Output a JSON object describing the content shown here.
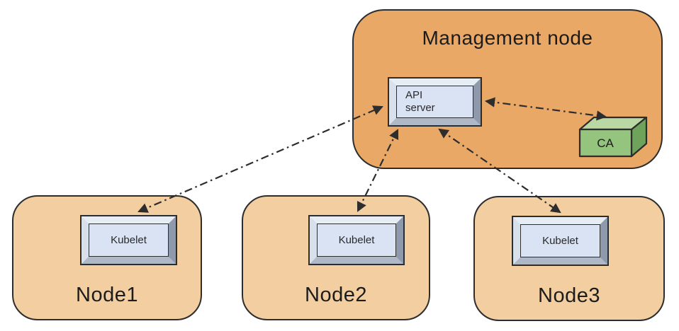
{
  "colors": {
    "background": "#ffffff",
    "management_node_fill": "#e9a866",
    "worker_node_fill": "#f2cea1",
    "outline": "#2d2d2d",
    "server_box_face": "#d9e3f3",
    "server_box_bevel_light": "#e7edf5",
    "server_box_bevel_dark": "#8e99ab",
    "ca_front": "#94c47e",
    "ca_top": "#b9d8a4",
    "ca_side": "#6fa25a",
    "arrow": "#2d2d2d"
  },
  "management_node": {
    "label": "Management node",
    "api_server": {
      "label_line1": "API",
      "label_line2": "server"
    },
    "ca": {
      "label": "CA"
    }
  },
  "worker_nodes": [
    {
      "label": "Node1",
      "component": "Kubelet"
    },
    {
      "label": "Node2",
      "component": "Kubelet"
    },
    {
      "label": "Node3",
      "component": "Kubelet"
    }
  ],
  "connections": [
    {
      "from": "API server",
      "to": "Kubelet (Node1)",
      "line_style": "dash-dot",
      "arrows": "both"
    },
    {
      "from": "API server",
      "to": "Kubelet (Node2)",
      "line_style": "dash-dot",
      "arrows": "both"
    },
    {
      "from": "API server",
      "to": "Kubelet (Node3)",
      "line_style": "dash-dot",
      "arrows": "both"
    },
    {
      "from": "API server",
      "to": "CA",
      "line_style": "dash-dot",
      "arrows": "both"
    }
  ]
}
